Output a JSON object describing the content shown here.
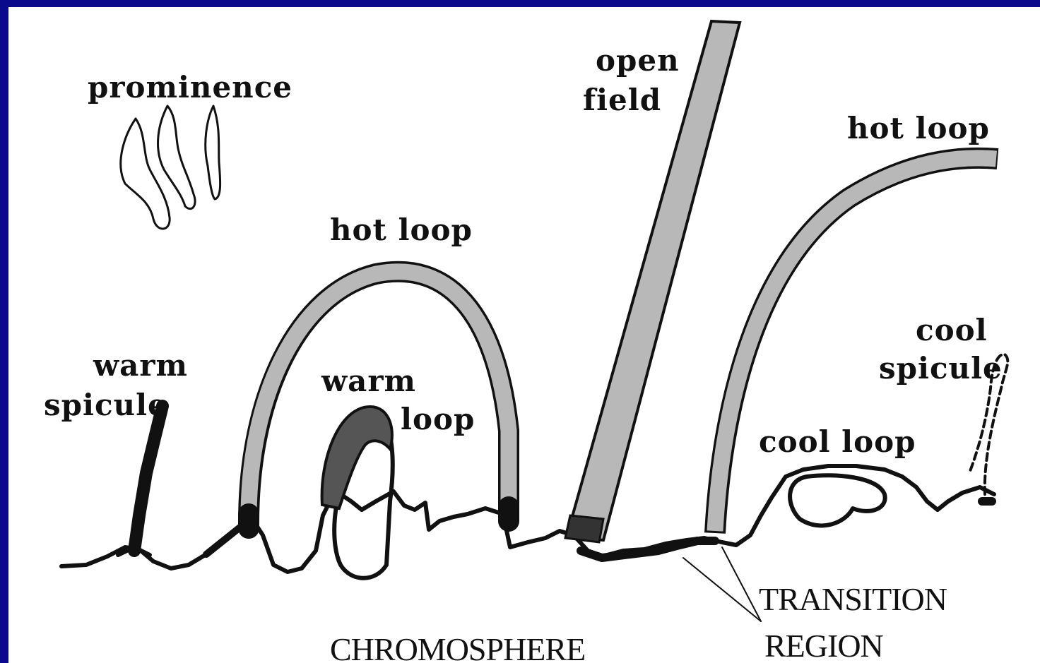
{
  "diagram": {
    "labels": {
      "prominence": "prominence",
      "open_field": [
        "open",
        "field"
      ],
      "hot_loop_left": "hot loop",
      "hot_loop_right": "hot loop",
      "warm_spicule": [
        "warm",
        "spicule"
      ],
      "warm_loop": [
        "warm",
        "loop"
      ],
      "cool_spicule": [
        "cool",
        "spicule"
      ],
      "cool_loop": "cool loop",
      "chromosphere": "CHROMOSPHERE",
      "transition_region": [
        "TRANSITION",
        "REGION"
      ]
    },
    "colors": {
      "background": "#0a0a8c",
      "panel": "#ffffff",
      "hot_fill": "#b8b8b8",
      "warm_fill": "#555555",
      "ink": "#111111"
    }
  }
}
